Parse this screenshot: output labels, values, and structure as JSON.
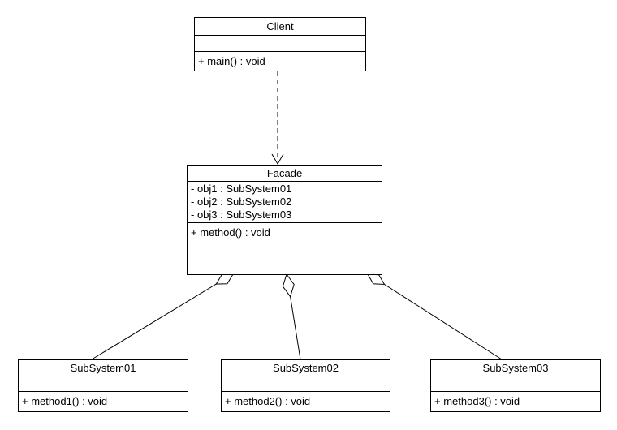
{
  "diagram": {
    "background_color": "#ffffff",
    "line_color": "#000000",
    "text_color": "#000000"
  },
  "classes": {
    "client": {
      "name": "Client",
      "attributes": [],
      "methods": [
        "+ main() : void"
      ]
    },
    "facade": {
      "name": "Facade",
      "attributes": [
        "- obj1 : SubSystem01",
        "- obj2 : SubSystem02",
        "- obj3 : SubSystem03"
      ],
      "methods": [
        "+ method() : void"
      ]
    },
    "subsystem01": {
      "name": "SubSystem01",
      "attributes": [],
      "methods": [
        "+ method1() : void"
      ]
    },
    "subsystem02": {
      "name": "SubSystem02",
      "attributes": [],
      "methods": [
        "+ method2() : void"
      ]
    },
    "subsystem03": {
      "name": "SubSystem03",
      "attributes": [],
      "methods": [
        "+ method3() : void"
      ]
    }
  },
  "relationships": [
    {
      "type": "dependency",
      "from": "Client",
      "to": "Facade",
      "line_style": "dashed",
      "arrowhead": "open"
    },
    {
      "type": "aggregation",
      "from": "Facade",
      "to": "SubSystem01",
      "diamond": "hollow"
    },
    {
      "type": "aggregation",
      "from": "Facade",
      "to": "SubSystem02",
      "diamond": "hollow"
    },
    {
      "type": "aggregation",
      "from": "Facade",
      "to": "SubSystem03",
      "diamond": "hollow"
    }
  ]
}
